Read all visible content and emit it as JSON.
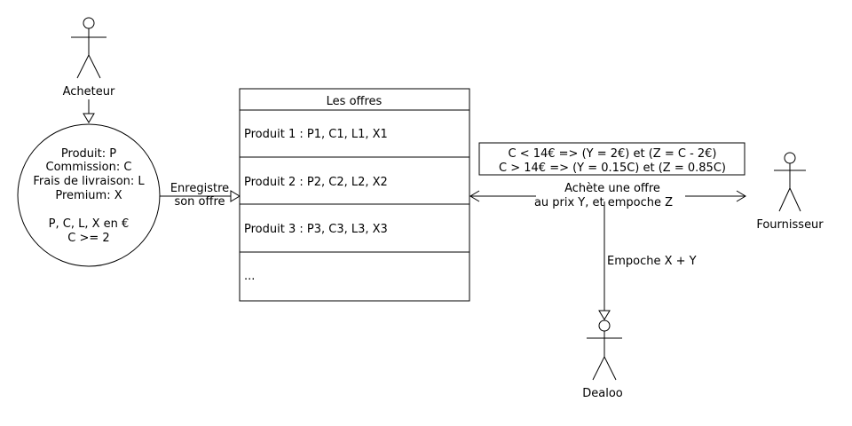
{
  "actors": {
    "acheteur": "Acheteur",
    "fournisseur": "Fournisseur",
    "dealoo": "Dealoo"
  },
  "buyer_node": {
    "lines": [
      "Produit: P",
      "Commission: C",
      "Frais de livraison: L",
      "Premium: X",
      "",
      "P, C, L, X en €",
      "C >= 2"
    ]
  },
  "offers_table": {
    "title": "Les offres",
    "rows": [
      "Produit 1 : P1, C1, L1, X1",
      "Produit 2 : P2, C2, L2, X2",
      "Produit 3 : P3, C3, L3, X3",
      "..."
    ]
  },
  "edges": {
    "register": [
      "Enregistre",
      "son offre"
    ],
    "buy": [
      "Achète une offre",
      "au prix Y, et empoche Z"
    ],
    "dealoo": "Empoche X + Y"
  },
  "condition_box": {
    "lines": [
      "C < 14€ => (Y = 2€) et (Z = C - 2€)",
      "C > 14€ => (Y = 0.15C) et (Z = 0.85C)"
    ]
  }
}
